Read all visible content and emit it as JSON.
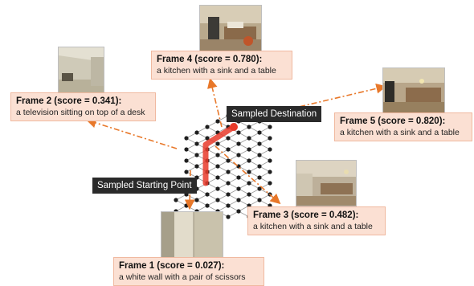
{
  "labels": {
    "start": "Sampled Starting Point",
    "destination": "Sampled Destination"
  },
  "frames": [
    {
      "title": "Frame 1 (score = 0.027):",
      "caption": "a white wall with a pair of scissors"
    },
    {
      "title": "Frame 2 (score = 0.341):",
      "caption": "a television sitting on top of a desk"
    },
    {
      "title": "Frame 3 (score = 0.482):",
      "caption": "a kitchen with a sink and a table"
    },
    {
      "title": "Frame 4 (score = 0.780):",
      "caption": "a kitchen with a sink and a table"
    },
    {
      "title": "Frame 5 (score = 0.820):",
      "caption": "a kitchen with a sink and a table"
    }
  ],
  "colors": {
    "arrow": "#e8782a",
    "path": "#e83a2a",
    "caption_bg": "#fbe0d3",
    "node": "#1e1e1e",
    "label_bg": "#2a2a2a"
  }
}
